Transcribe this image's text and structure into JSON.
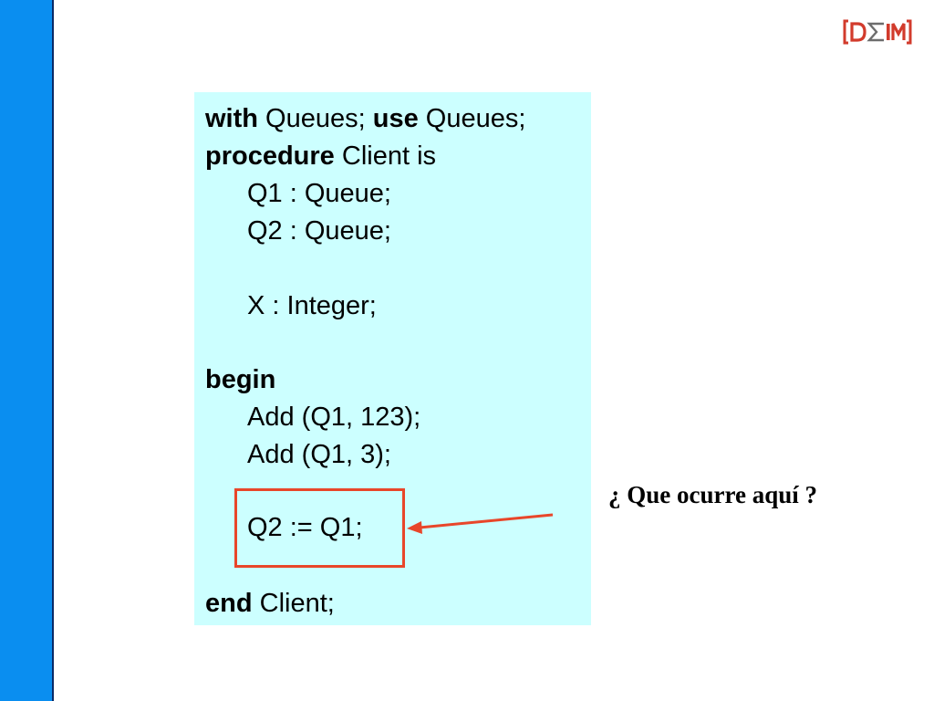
{
  "slide": {
    "logo": {
      "text": "[D∑IM]",
      "icon": "dsim-logo",
      "color": "#d23b2c"
    },
    "code": {
      "background": "#ccffff",
      "lines": [
        {
          "kw": "with",
          "rest": " Queues; "
        },
        {
          "kw2": "use",
          "rest2": " Queues;"
        },
        {
          "kw": "procedure",
          "rest": " Client is"
        },
        {
          "text": "Q1 : Queue;"
        },
        {
          "text": "Q2 : Queue;"
        },
        {
          "text": "X : Integer;"
        },
        {
          "kw": "begin"
        },
        {
          "text": "Add (Q1, 123);"
        },
        {
          "text": "Add (Q1, 3);"
        },
        {
          "text": "Q2 := Q1;"
        },
        {
          "kw": "end",
          "rest": " Client;"
        }
      ]
    },
    "question": "¿ Que ocurre aquí ?",
    "accent_color": "#e8462a",
    "bar_color": "#0a8ef0"
  }
}
